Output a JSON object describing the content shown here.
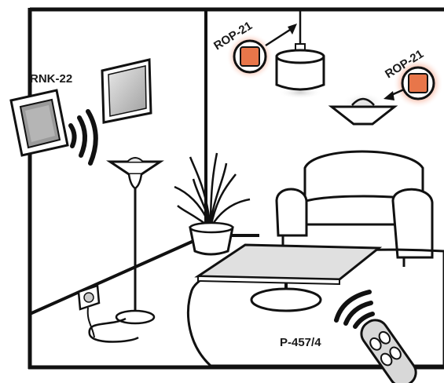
{
  "labels": {
    "rnk": "RNK-22",
    "rop_left": "ROP-21",
    "rop_right": "ROP-21",
    "remote": "P-457/4"
  },
  "colors": {
    "line": "#111111",
    "device_fill": "#e8764a",
    "device_glow": "#f7b9a5",
    "panel_gray": "#9a9a9a",
    "shade_gray": "#c8c8c8"
  }
}
